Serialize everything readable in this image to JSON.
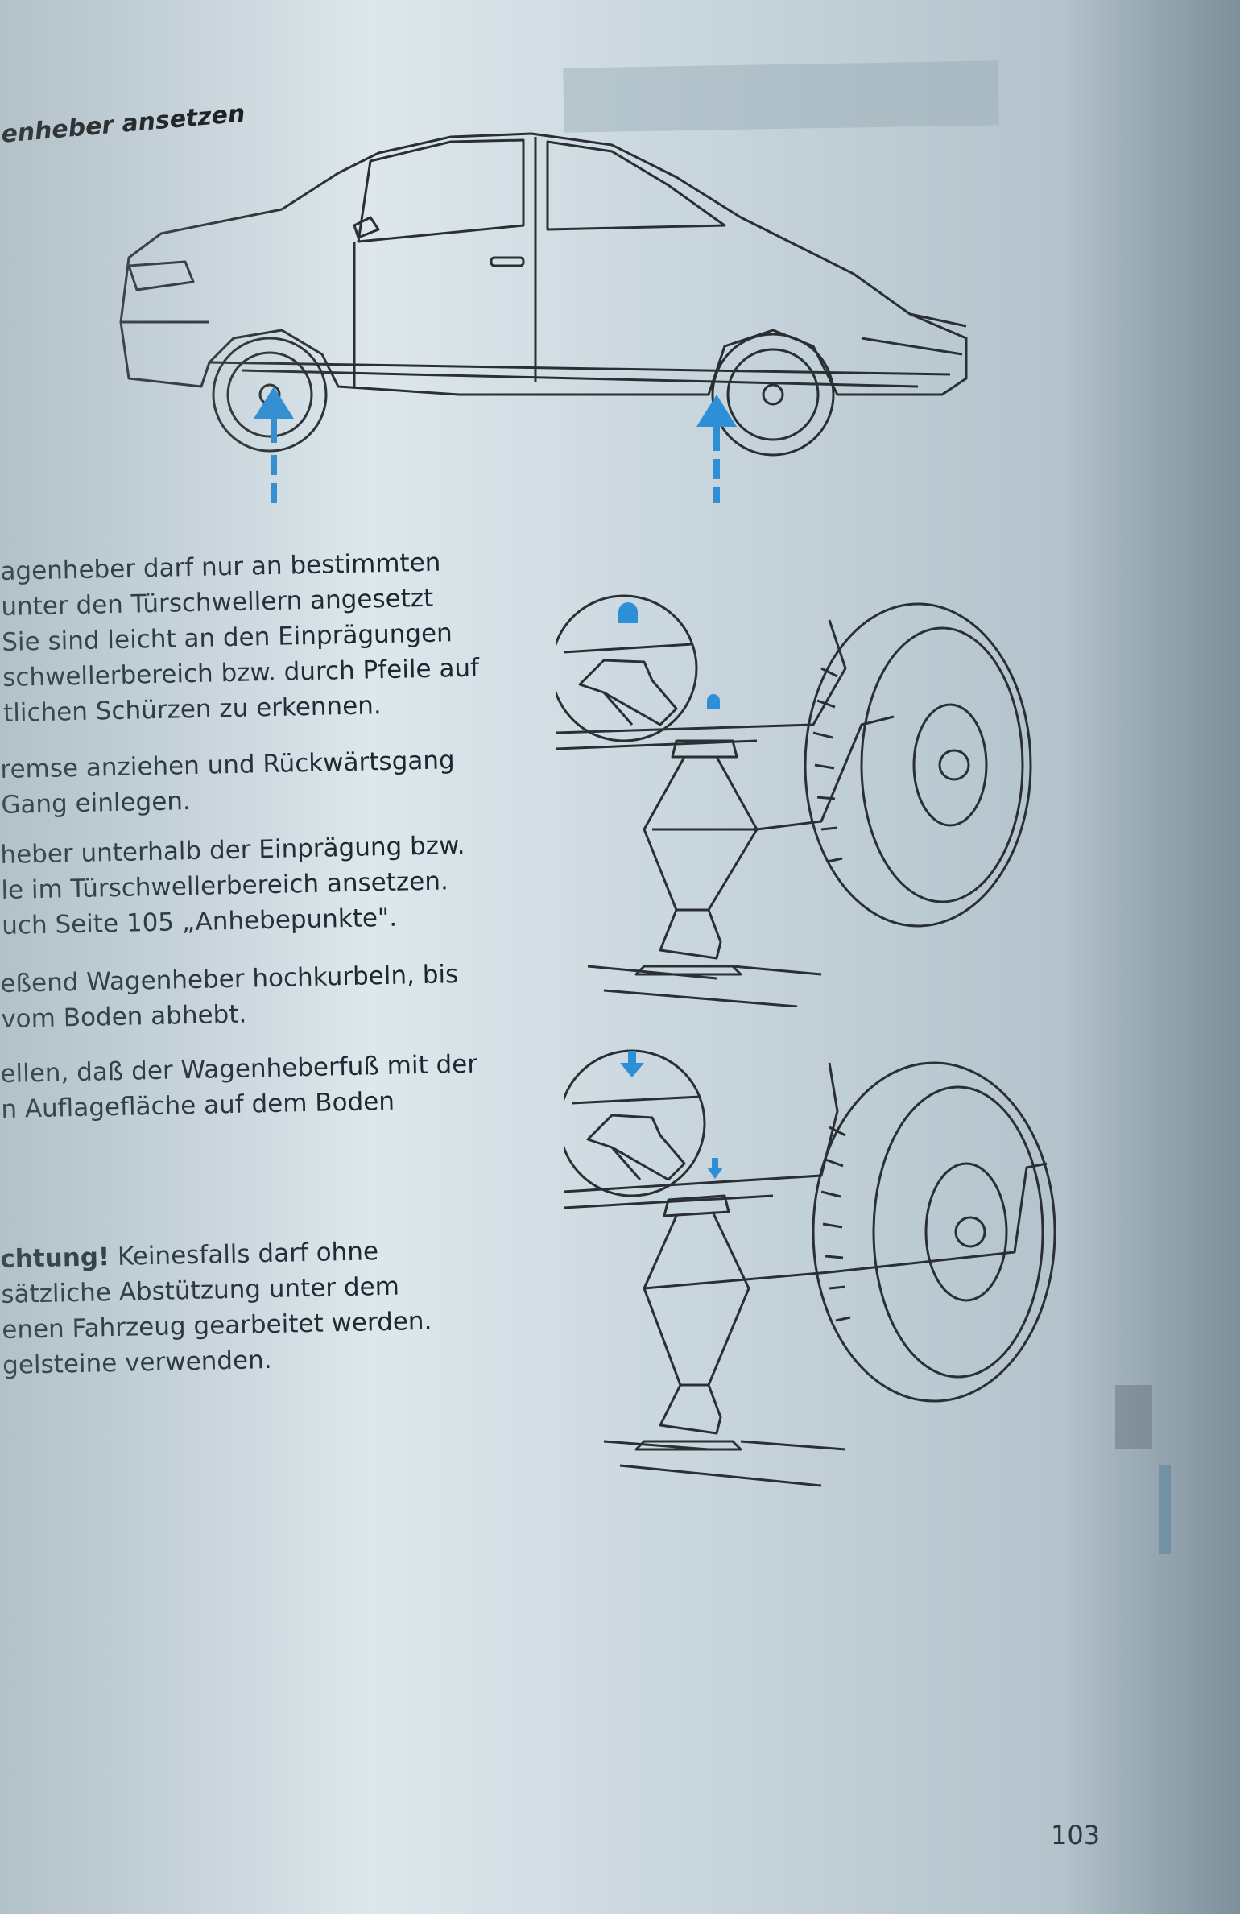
{
  "section": {
    "title": "enheber ansetzen"
  },
  "paragraphs": {
    "p1": [
      "agenheber darf nur an bestimmten",
      "unter den Türschwellern angesetzt",
      "Sie sind leicht an den Einprägungen",
      "schwellerbereich bzw. durch Pfeile auf",
      "tlichen Schürzen zu erkennen."
    ],
    "p2": [
      "remse anziehen und Rückwärtsgang",
      "Gang einlegen."
    ],
    "p3": [
      "heber unterhalb der Einprägung bzw.",
      "le im Türschwellerbereich ansetzen.",
      "uch Seite 105 „Anhebepunkte\"."
    ],
    "p4": [
      "eßend Wagenheber hochkurbeln, bis",
      "vom Boden abhebt."
    ],
    "p5": [
      "ellen, daß der Wagenheberfuß mit der",
      "n Auflagefläche auf dem Boden"
    ],
    "p6": {
      "bold_lead": "chtung!",
      "lead_rest": " Keinesfalls darf ohne",
      "lines": [
        "sätzliche Abstützung unter dem",
        "enen Fahrzeug gearbeitet werden.",
        "gelsteine verwenden."
      ]
    }
  },
  "page_number": "103",
  "colors": {
    "arrow_blue": "#2f8fd6",
    "line_art": "#2a2f33"
  },
  "icons": {
    "car": "car-side-view",
    "jack": "scissor-jack",
    "arrow": "arrow-up"
  }
}
